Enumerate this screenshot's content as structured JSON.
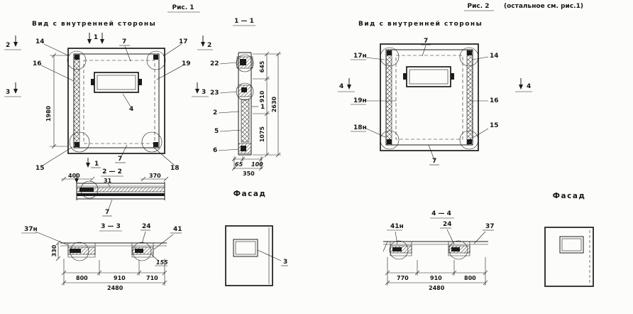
{
  "fig1": {
    "title": "Рис. 1",
    "view_label": "Вид с внутренней стороны",
    "main": {
      "dim_1980": "1980",
      "marker1_top": "1",
      "marker1_bottom": "1",
      "marker2_left": "2",
      "marker3_left": "3",
      "marker2_right": "2",
      "marker3_right": "3",
      "c14": "14",
      "c16": "16",
      "c17": "17",
      "c19": "19",
      "c15": "15",
      "c18": "18",
      "c7_top": "7",
      "c7_bottom": "7",
      "c4": "4"
    },
    "s11": {
      "title": "1 — 1",
      "c22": "22",
      "c23": "23",
      "c2": "2",
      "c5": "5",
      "c6": "6",
      "c1": "1",
      "d645": "645",
      "d910": "910",
      "d1075": "1075",
      "d2630": "2630",
      "d65": "65",
      "d100": "100",
      "d350": "350"
    },
    "s22": {
      "title": "2 — 2",
      "d400": "400",
      "d370": "370",
      "c31": "31",
      "c7": "7"
    },
    "s33": {
      "title": "3 — 3",
      "c37n": "37н",
      "c24": "24",
      "c41": "41",
      "d330": "330",
      "d800": "800",
      "d910": "910",
      "d710": "710",
      "d155": "155",
      "d2480": "2480"
    },
    "facade": {
      "label": "Фасад",
      "c3": "3"
    }
  },
  "fig2": {
    "title": "Рис. 2",
    "title_note": "(остальное см. рис.1)",
    "view_label": "Вид с внутренней стороны",
    "main": {
      "c17n": "17н",
      "c19n": "19н",
      "c18n": "18н",
      "c14": "14",
      "c16": "16",
      "c15": "15",
      "c7_top": "7",
      "c7_bottom": "7",
      "marker4_left": "4",
      "marker4_right": "4"
    },
    "s44": {
      "title": "4 — 4",
      "c41n": "41н",
      "c24": "24",
      "c37": "37",
      "d770": "770",
      "d910": "910",
      "d800": "800",
      "d2480": "2480"
    },
    "facade": {
      "label": "Фасад"
    }
  }
}
